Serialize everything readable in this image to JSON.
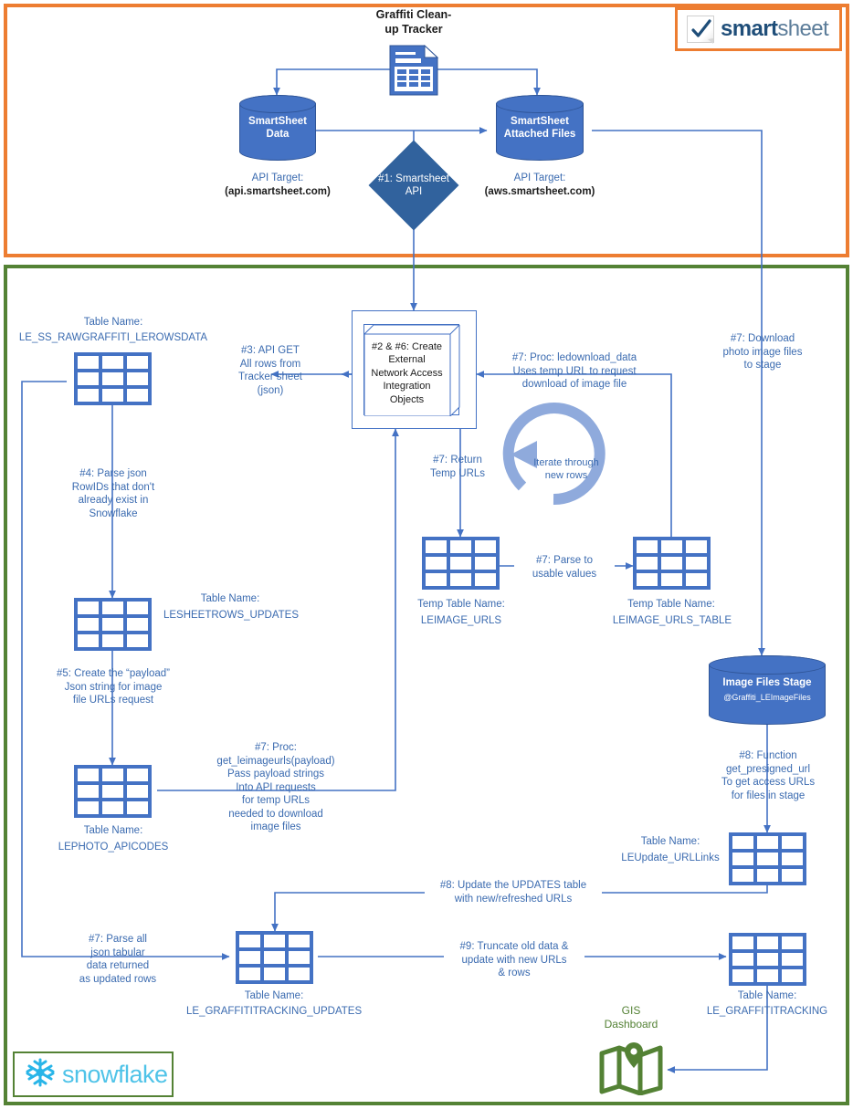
{
  "panels": {
    "smartsheet": {
      "name": "Smartsheet API region",
      "border_color": "#ED7D31"
    },
    "snowflake": {
      "name": "Snowflake region",
      "border_color": "#548235"
    }
  },
  "logos": {
    "smartsheet": {
      "bold_part": "smart",
      "light_part": "sheet",
      "icon": "checkmark-icon"
    },
    "snowflake": {
      "word": "snowflake",
      "icon": "snowflake-icon",
      "color": "#4FC3E8"
    }
  },
  "smartsheet_section": {
    "tracker_title": "Graffiti Clean-\nup Tracker",
    "db_left": {
      "line1": "SmartSheet",
      "line2": "Data"
    },
    "db_right": {
      "line1": "SmartSheet",
      "line2": "Attached Files"
    },
    "api_target_left_label": "API Target:",
    "api_target_left_value": "(api.smartsheet.com)",
    "api_target_right_label": "API Target:",
    "api_target_right_value": "(aws.smartsheet.com)",
    "api_diamond": "#1: Smartsheet\nAPI"
  },
  "snowflake_section": {
    "process_box": "#2 & #6: Create\nExternal\nNetwork Access\nIntegration\nObjects",
    "iterate_circle": "Iterate through\nnew rows",
    "stage": {
      "title": "Image Files Stage",
      "sub": "@Graffiti_LEImageFiles"
    },
    "gis_dashboard": "GIS\nDashboard",
    "tables": [
      {
        "id": "rawgraffiti",
        "caption": "Table Name:",
        "name": "LE_SS_RAWGRAFFITI_LEROWSDATA"
      },
      {
        "id": "sheetrows_updates",
        "caption": "Table Name:",
        "name": "LESHEETROWS_UPDATES"
      },
      {
        "id": "photo_apicodes",
        "caption": "Table Name:",
        "name": "LEPHOTO_APICODES"
      },
      {
        "id": "leimage_urls",
        "caption": "Temp Table Name:",
        "name": "LEIMAGE_URLS"
      },
      {
        "id": "leimage_urls_table",
        "caption": "Temp Table Name:",
        "name": "LEIMAGE_URLS_TABLE"
      },
      {
        "id": "leupdate_urllinks",
        "caption": "Table Name:",
        "name": "LEUpdate_URLLinks"
      },
      {
        "id": "tracking_updates",
        "caption": "Table Name:",
        "name": "LE_GRAFFITITRACKING_UPDATES"
      },
      {
        "id": "tracking",
        "caption": "Table Name:",
        "name": "LE_GRAFFITITRACKING"
      }
    ],
    "flow_labels": [
      {
        "id": "step3",
        "text": "#3: API GET\nAll rows from\nTracker sheet\n(json)"
      },
      {
        "id": "step4",
        "text": "#4: Parse json\nRowIDs that don't\nalready exist in\nSnowflake"
      },
      {
        "id": "step5",
        "text": "#5: Create the “payload”\nJson string for image\nfile URLs request"
      },
      {
        "id": "step7_proc_get",
        "text": "#7: Proc:\nget_leimageurls(payload)\nPass payload strings\nInto API requests\nfor temp URLs\nneeded to download\nimage files"
      },
      {
        "id": "step7_download_proc",
        "text": "#7: Proc: ledownload_data\nUses temp URL to request\ndownload of image file"
      },
      {
        "id": "step7_download_stage",
        "text": "#7: Download\nphoto image files\nto stage"
      },
      {
        "id": "step7_return",
        "text": "#7: Return\nTemp URLs"
      },
      {
        "id": "step7_parse",
        "text": "#7: Parse to\nusable values"
      },
      {
        "id": "step7_parse_all",
        "text": "#7: Parse all\njson tabular\ndata returned\nas updated rows"
      },
      {
        "id": "step8_function",
        "text": "#8: Function\nget_presigned_url\nTo get access URLs\nfor files in stage"
      },
      {
        "id": "step8_update",
        "text": "#8: Update the UPDATES table\nwith new/refreshed URLs"
      },
      {
        "id": "step9",
        "text": "#9: Truncate old data &\nupdate with new URLs\n& rows"
      }
    ]
  },
  "colors": {
    "smartsheet_border": "#ED7D31",
    "snowflake_border": "#548235",
    "node_blue": "#4472C4",
    "diamond_blue": "#31629D",
    "connector_blue": "#4472C4",
    "label_blue": "#3B6BB0",
    "gis_green": "#548235",
    "snowflake_cyan": "#4FC3E8"
  }
}
